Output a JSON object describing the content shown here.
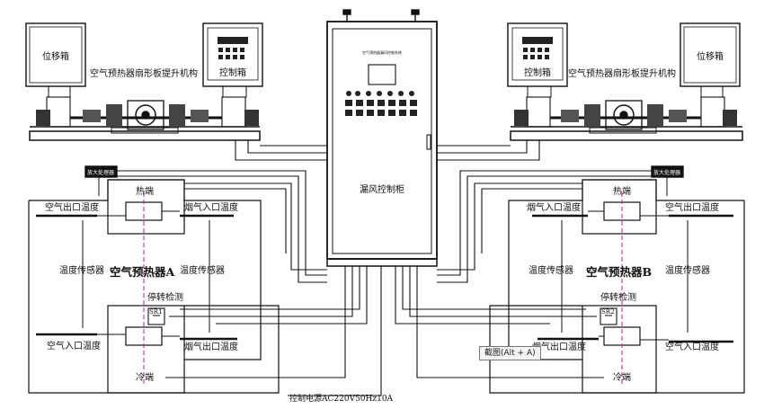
{
  "labels": {
    "displacement_box": "位移箱",
    "control_box": "控制箱",
    "lift_mechanism": "空气预热器扇形板提升机构",
    "leak_cabinet": "漏风控制柜",
    "cabinet_header": "空气预热器漏风控制系统",
    "hot_end": "热端",
    "cold_end": "冷端",
    "air_outlet_temp": "空气出口温度",
    "air_inlet_temp": "空气入口温度",
    "flue_inlet_temp": "烟气入口温度",
    "flue_outlet_temp": "烟气出口温度",
    "temp_sensor": "温度传感器",
    "preheater_a": "空气预热器A",
    "preheater_b": "空气预热器B",
    "stop_detect": "停转检测",
    "sr1": "SR1",
    "sr2": "SR2",
    "amplifier": "放大处理器",
    "power_supply": "控制电源AC220V50Hz10A"
  },
  "tooltip": "截图(Alt + A)"
}
